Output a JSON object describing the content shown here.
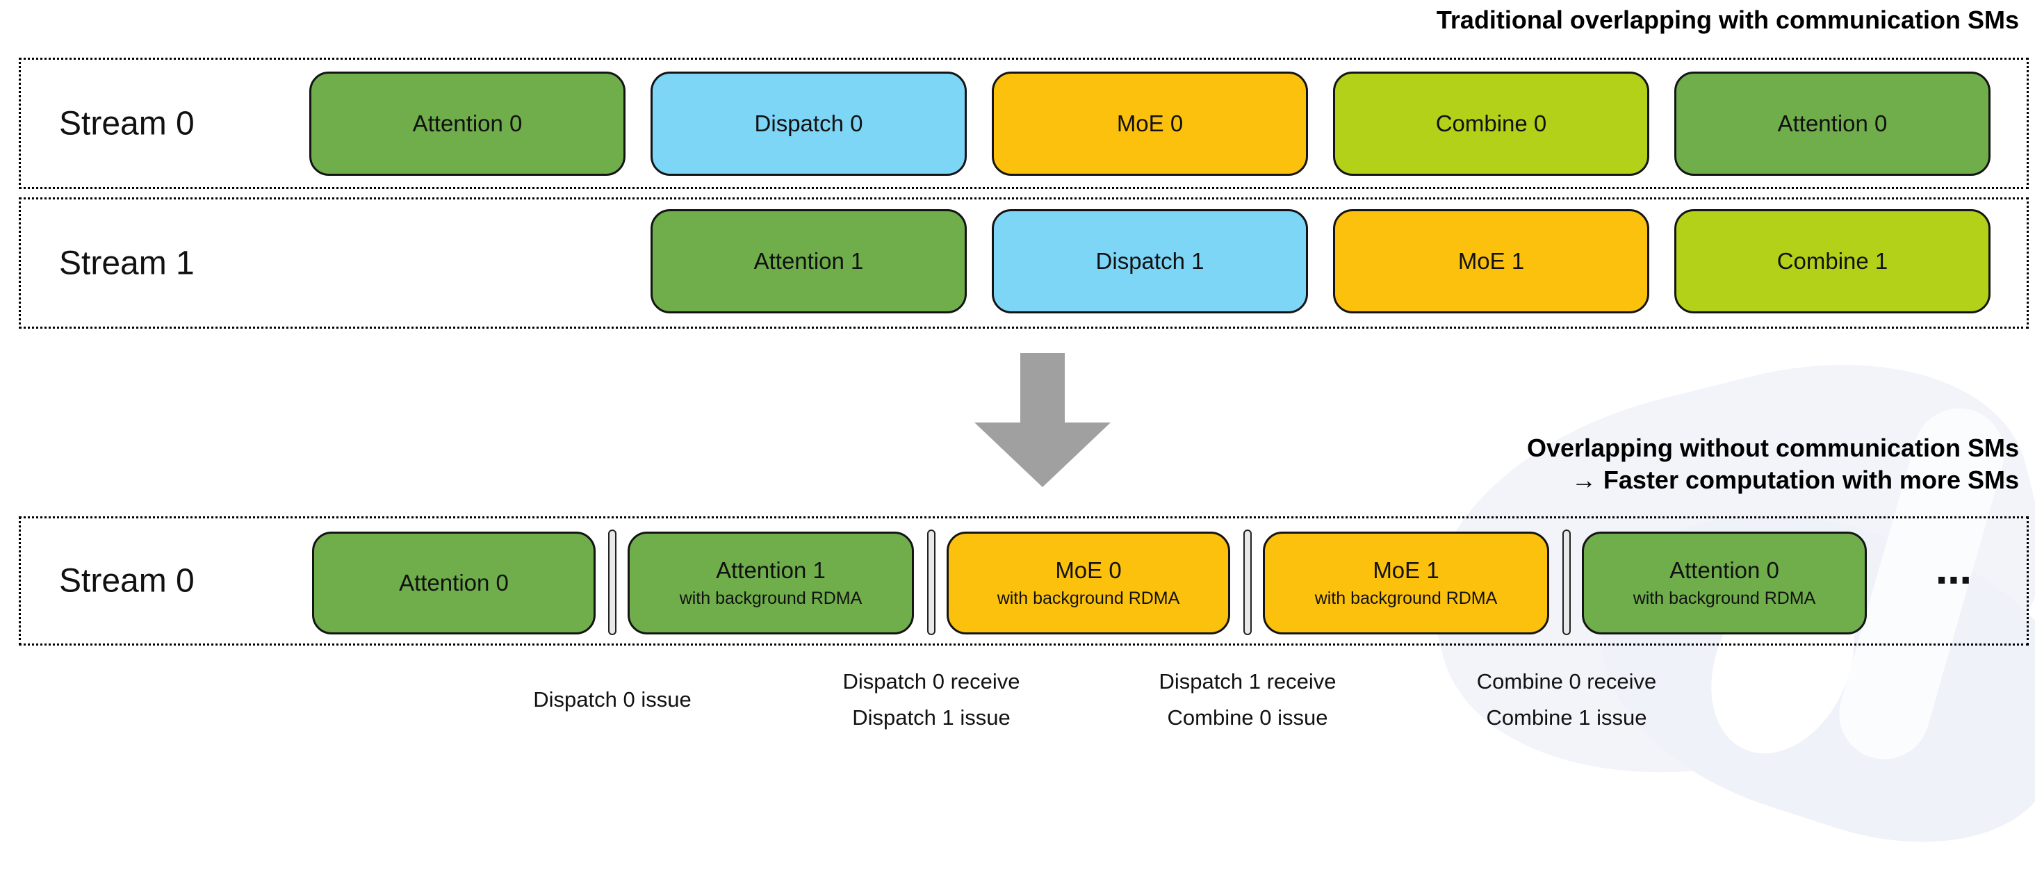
{
  "titles": {
    "top": "Traditional overlapping with communication SMs",
    "mid_line1": "Overlapping without communication SMs",
    "mid_line2": "→ Faster computation with more SMs"
  },
  "colors": {
    "attention_green": "#6fae4b",
    "dispatch_blue": "#7ed6f7",
    "moe_amber": "#fcc10d",
    "combine_lime": "#b3d118",
    "arrow_gray": "#a0a0a0",
    "block_outline": "#141414",
    "separator_fill": "#e9e9e9",
    "watermark_tint": "#f2f4fa"
  },
  "row1": {
    "label": "Stream 0",
    "blocks": [
      {
        "label": "Attention 0",
        "type": "attention"
      },
      {
        "label": "Dispatch 0",
        "type": "dispatch"
      },
      {
        "label": "MoE 0",
        "type": "moe"
      },
      {
        "label": "Combine 0",
        "type": "combine"
      },
      {
        "label": "Attention 0",
        "type": "attention"
      }
    ]
  },
  "row2": {
    "label": "Stream 1",
    "blocks": [
      {
        "label": "Attention 1",
        "type": "attention"
      },
      {
        "label": "Dispatch 1",
        "type": "dispatch"
      },
      {
        "label": "MoE 1",
        "type": "moe"
      },
      {
        "label": "Combine 1",
        "type": "combine"
      }
    ]
  },
  "row3": {
    "label": "Stream 0",
    "ellipsis": "⋯",
    "blocks": [
      {
        "label": "Attention 0",
        "sublabel": "",
        "type": "attention"
      },
      {
        "label": "Attention 1",
        "sublabel": "with background RDMA",
        "type": "attention"
      },
      {
        "label": "MoE 0",
        "sublabel": "with background RDMA",
        "type": "moe"
      },
      {
        "label": "MoE 1",
        "sublabel": "with background RDMA",
        "type": "moe"
      },
      {
        "label": "Attention 0",
        "sublabel": "with background RDMA",
        "type": "attention"
      }
    ]
  },
  "annotations": [
    {
      "line1": "Dispatch 0 issue",
      "line2": ""
    },
    {
      "line1": "Dispatch 0 receive",
      "line2": "Dispatch 1 issue"
    },
    {
      "line1": "Dispatch 1 receive",
      "line2": "Combine 0 issue"
    },
    {
      "line1": "Combine 0 receive",
      "line2": "Combine 1 issue"
    }
  ]
}
